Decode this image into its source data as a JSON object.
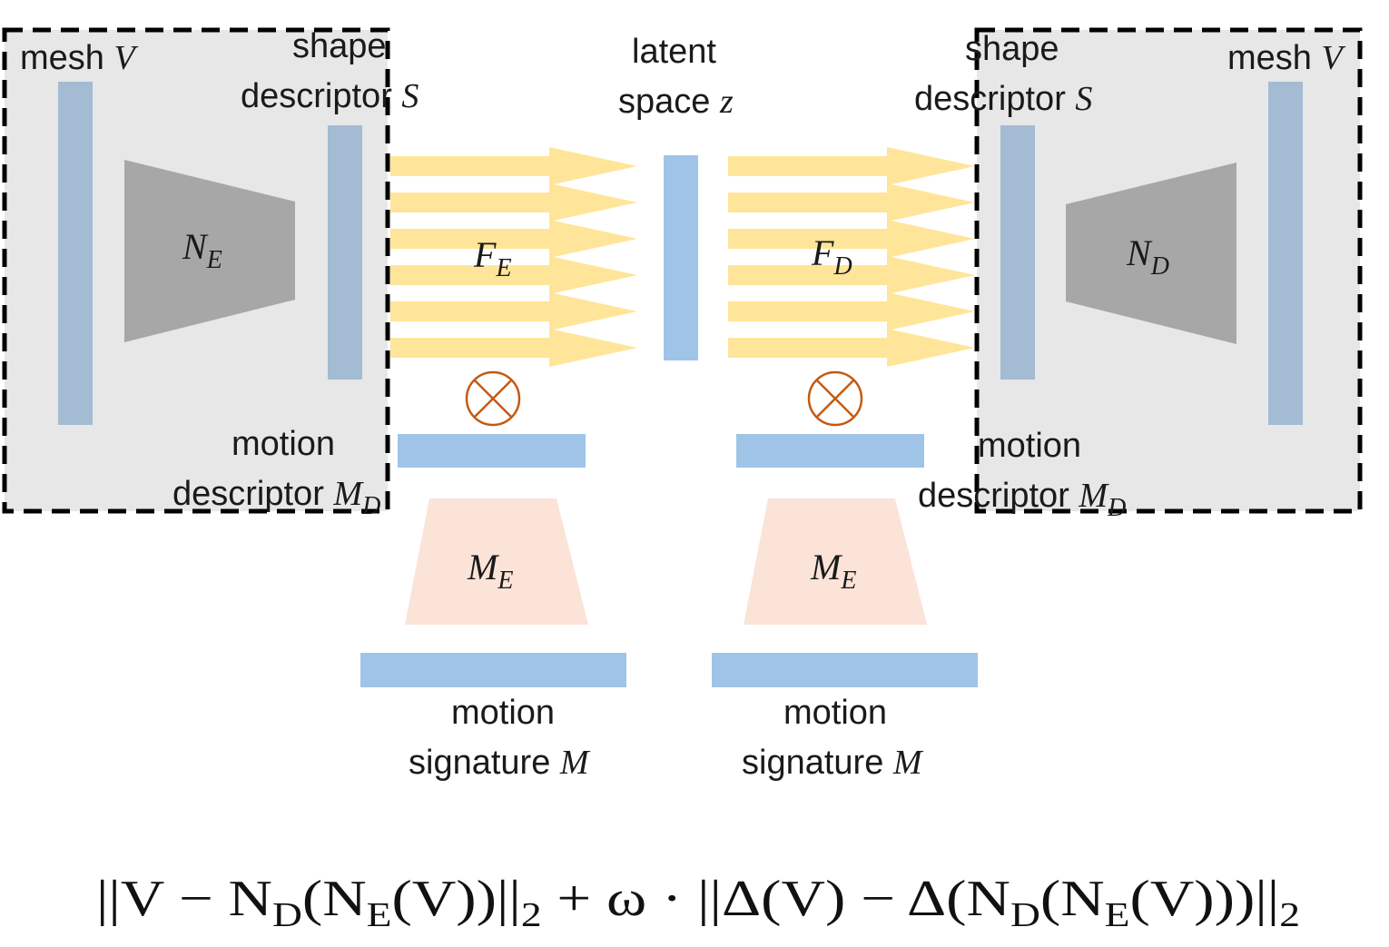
{
  "colors": {
    "panel": "#e7e7e7",
    "descriptor_bar": "#a3bcd3",
    "latent_bar": "#9fc4e7",
    "network_trapezoid": "#a7a7a7",
    "motion_encoder": "#fbe3d7",
    "arrows": "#ffe599",
    "product_symbol": "#c55a11",
    "dashed_border": "#000000"
  },
  "left": {
    "mesh_label": "mesh",
    "mesh_symbol": "V",
    "shape_label_1": "shape",
    "shape_label_2": "descriptor",
    "shape_symbol": "S",
    "encoder_base": "N",
    "encoder_sub": "E",
    "flow_base": "F",
    "flow_sub": "E",
    "motion_desc_1": "motion",
    "motion_desc_2": "descriptor",
    "motion_desc_base": "M",
    "motion_desc_sub": "D",
    "motion_enc_base": "M",
    "motion_enc_sub": "E",
    "signature_1": "motion",
    "signature_2": "signature",
    "signature_symbol": "M",
    "product_icon": "otimes-icon"
  },
  "center": {
    "latent_1": "latent",
    "latent_2": "space",
    "latent_symbol": "z"
  },
  "right": {
    "mesh_label": "mesh",
    "mesh_symbol": "V",
    "shape_label_1": "shape",
    "shape_label_2": "descriptor",
    "shape_symbol": "S",
    "decoder_base": "N",
    "decoder_sub": "D",
    "flow_base": "F",
    "flow_sub": "D",
    "motion_desc_1": "motion",
    "motion_desc_2": "descriptor",
    "motion_desc_base": "M",
    "motion_desc_sub": "D",
    "motion_enc_base": "M",
    "motion_enc_sub": "E",
    "signature_1": "motion",
    "signature_2": "signature",
    "signature_symbol": "M",
    "product_icon": "otimes-icon"
  },
  "equation": {
    "t1": "||V − N",
    "s1": "D",
    "t2": "(N",
    "s2": "E",
    "t3": "(V))||",
    "s3": "2",
    "t4": " + ω · ||Δ(V) − Δ(N",
    "s4": "D",
    "t5": "(N",
    "s5": "E",
    "t6": "(V)))||",
    "s6": "2"
  }
}
